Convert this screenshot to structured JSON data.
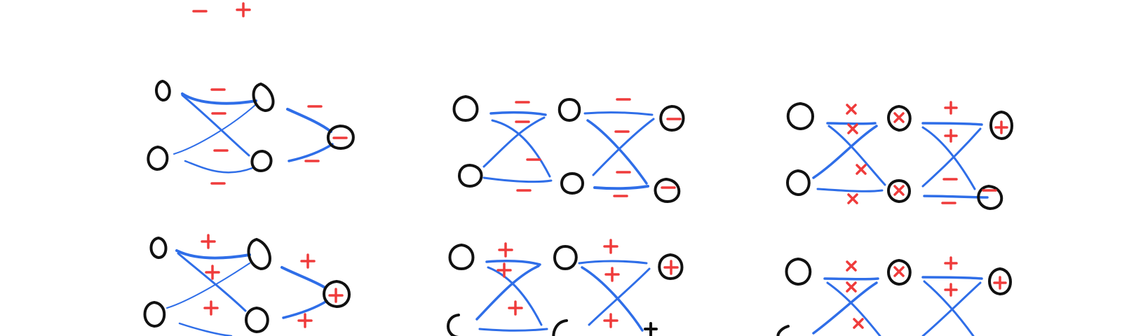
{
  "colors": {
    "background": "#ffffff",
    "node": "#111111",
    "edge": "#2f6ee8",
    "sign": "#ef3b3b"
  },
  "legend": [
    "-",
    "+"
  ],
  "panels": [
    {
      "name": "panel-top-left",
      "nodes": 6,
      "edges": 8,
      "signs": [
        "-",
        "-",
        "-",
        "-",
        "-",
        "-",
        "-",
        "-"
      ]
    },
    {
      "name": "panel-top-middle",
      "nodes": 6,
      "edges": 8,
      "signs": [
        "-",
        "-",
        "-",
        "-",
        "-",
        "-",
        "-",
        "-",
        "-",
        "-"
      ]
    },
    {
      "name": "panel-top-right",
      "nodes": 6,
      "edges": 8,
      "signs": [
        "x",
        "x",
        "x",
        "x",
        "x",
        "x",
        "+",
        "+",
        "+",
        "-",
        "-",
        "-"
      ]
    },
    {
      "name": "panel-bottom-left",
      "nodes": 6,
      "edges": 8,
      "signs": [
        "+",
        "+",
        "+",
        "+",
        "+",
        "+"
      ]
    },
    {
      "name": "panel-bottom-middle",
      "nodes": 6,
      "edges": 8,
      "signs": [
        "+",
        "+",
        "+",
        "+",
        "+",
        "+",
        "+",
        "+"
      ]
    },
    {
      "name": "panel-bottom-right",
      "nodes": 6,
      "edges": 8,
      "signs": [
        "x",
        "x",
        "x",
        "x",
        "+",
        "+",
        "+"
      ]
    }
  ]
}
